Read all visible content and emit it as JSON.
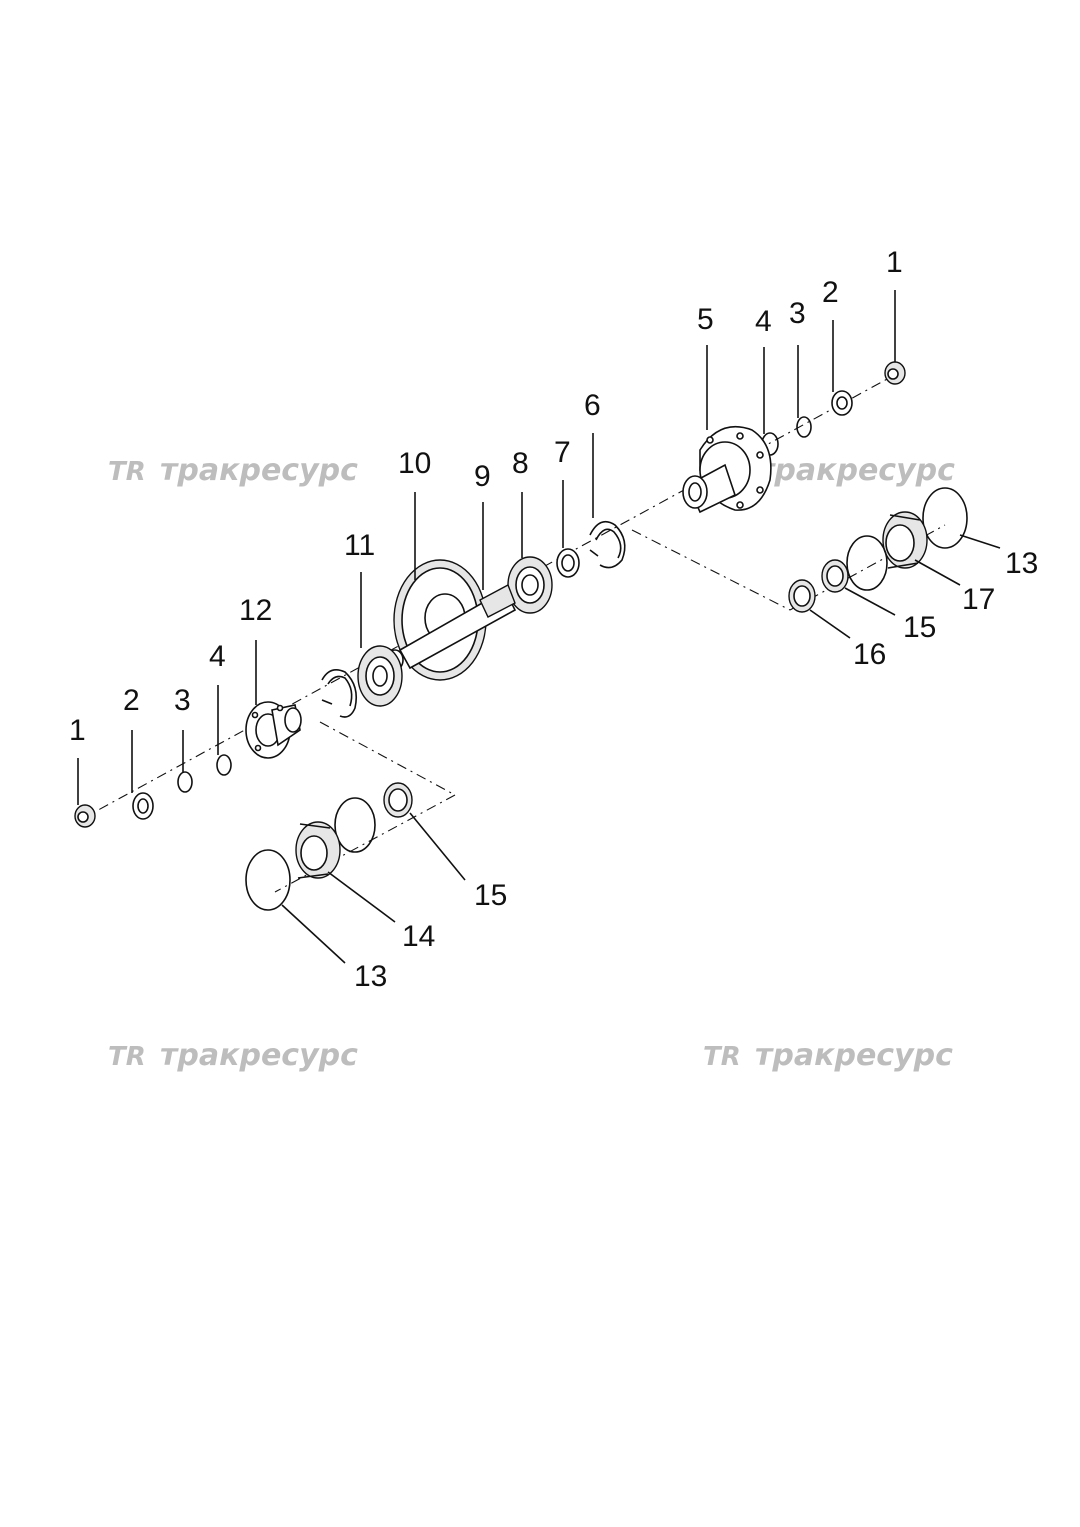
{
  "watermark": {
    "logo": "TR",
    "text": "тракресурс"
  },
  "callouts": [
    {
      "id": "r1",
      "label": "1"
    },
    {
      "id": "r2",
      "label": "2"
    },
    {
      "id": "r3",
      "label": "3"
    },
    {
      "id": "r4",
      "label": "4"
    },
    {
      "id": "r5",
      "label": "5"
    },
    {
      "id": "r6",
      "label": "6"
    },
    {
      "id": "r7",
      "label": "7"
    },
    {
      "id": "r8",
      "label": "8"
    },
    {
      "id": "r9",
      "label": "9"
    },
    {
      "id": "r10",
      "label": "10"
    },
    {
      "id": "r11",
      "label": "11"
    },
    {
      "id": "l12",
      "label": "12"
    },
    {
      "id": "l4",
      "label": "4"
    },
    {
      "id": "l3",
      "label": "3"
    },
    {
      "id": "l2",
      "label": "2"
    },
    {
      "id": "l1",
      "label": "1"
    },
    {
      "id": "r13",
      "label": "13"
    },
    {
      "id": "r17",
      "label": "17"
    },
    {
      "id": "r15",
      "label": "15"
    },
    {
      "id": "r16",
      "label": "16"
    },
    {
      "id": "l15",
      "label": "15"
    },
    {
      "id": "l14",
      "label": "14"
    },
    {
      "id": "l13",
      "label": "13"
    }
  ]
}
